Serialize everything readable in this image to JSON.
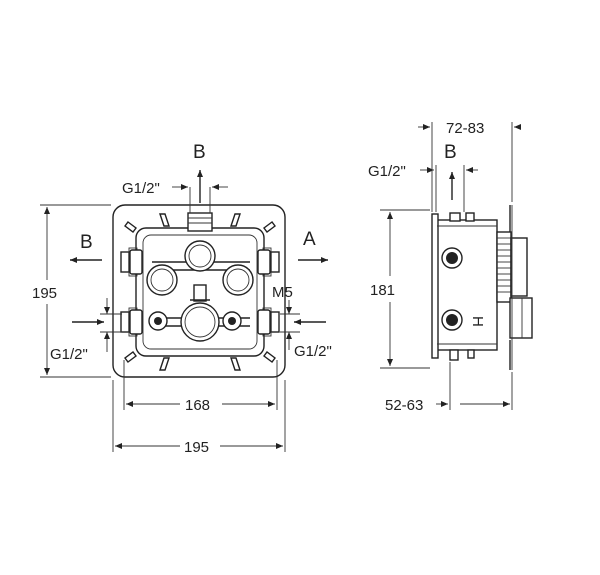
{
  "front_view": {
    "outlet_b_top": "B",
    "outlet_b_left": "B",
    "outlet_a_right": "A",
    "thread_top": "G1/2\"",
    "thread_left": "G1/2\"",
    "thread_right": "G1/2\"",
    "screw_label": "M5",
    "height_dim": "195",
    "inner_width_dim": "168",
    "outer_width_dim": "195"
  },
  "side_view": {
    "outlet_b": "B",
    "thread_top": "G1/2\"",
    "depth_top_dim": "72-83",
    "height_dim": "181",
    "depth_bottom_dim": "52-63",
    "hot_marker": "H"
  }
}
